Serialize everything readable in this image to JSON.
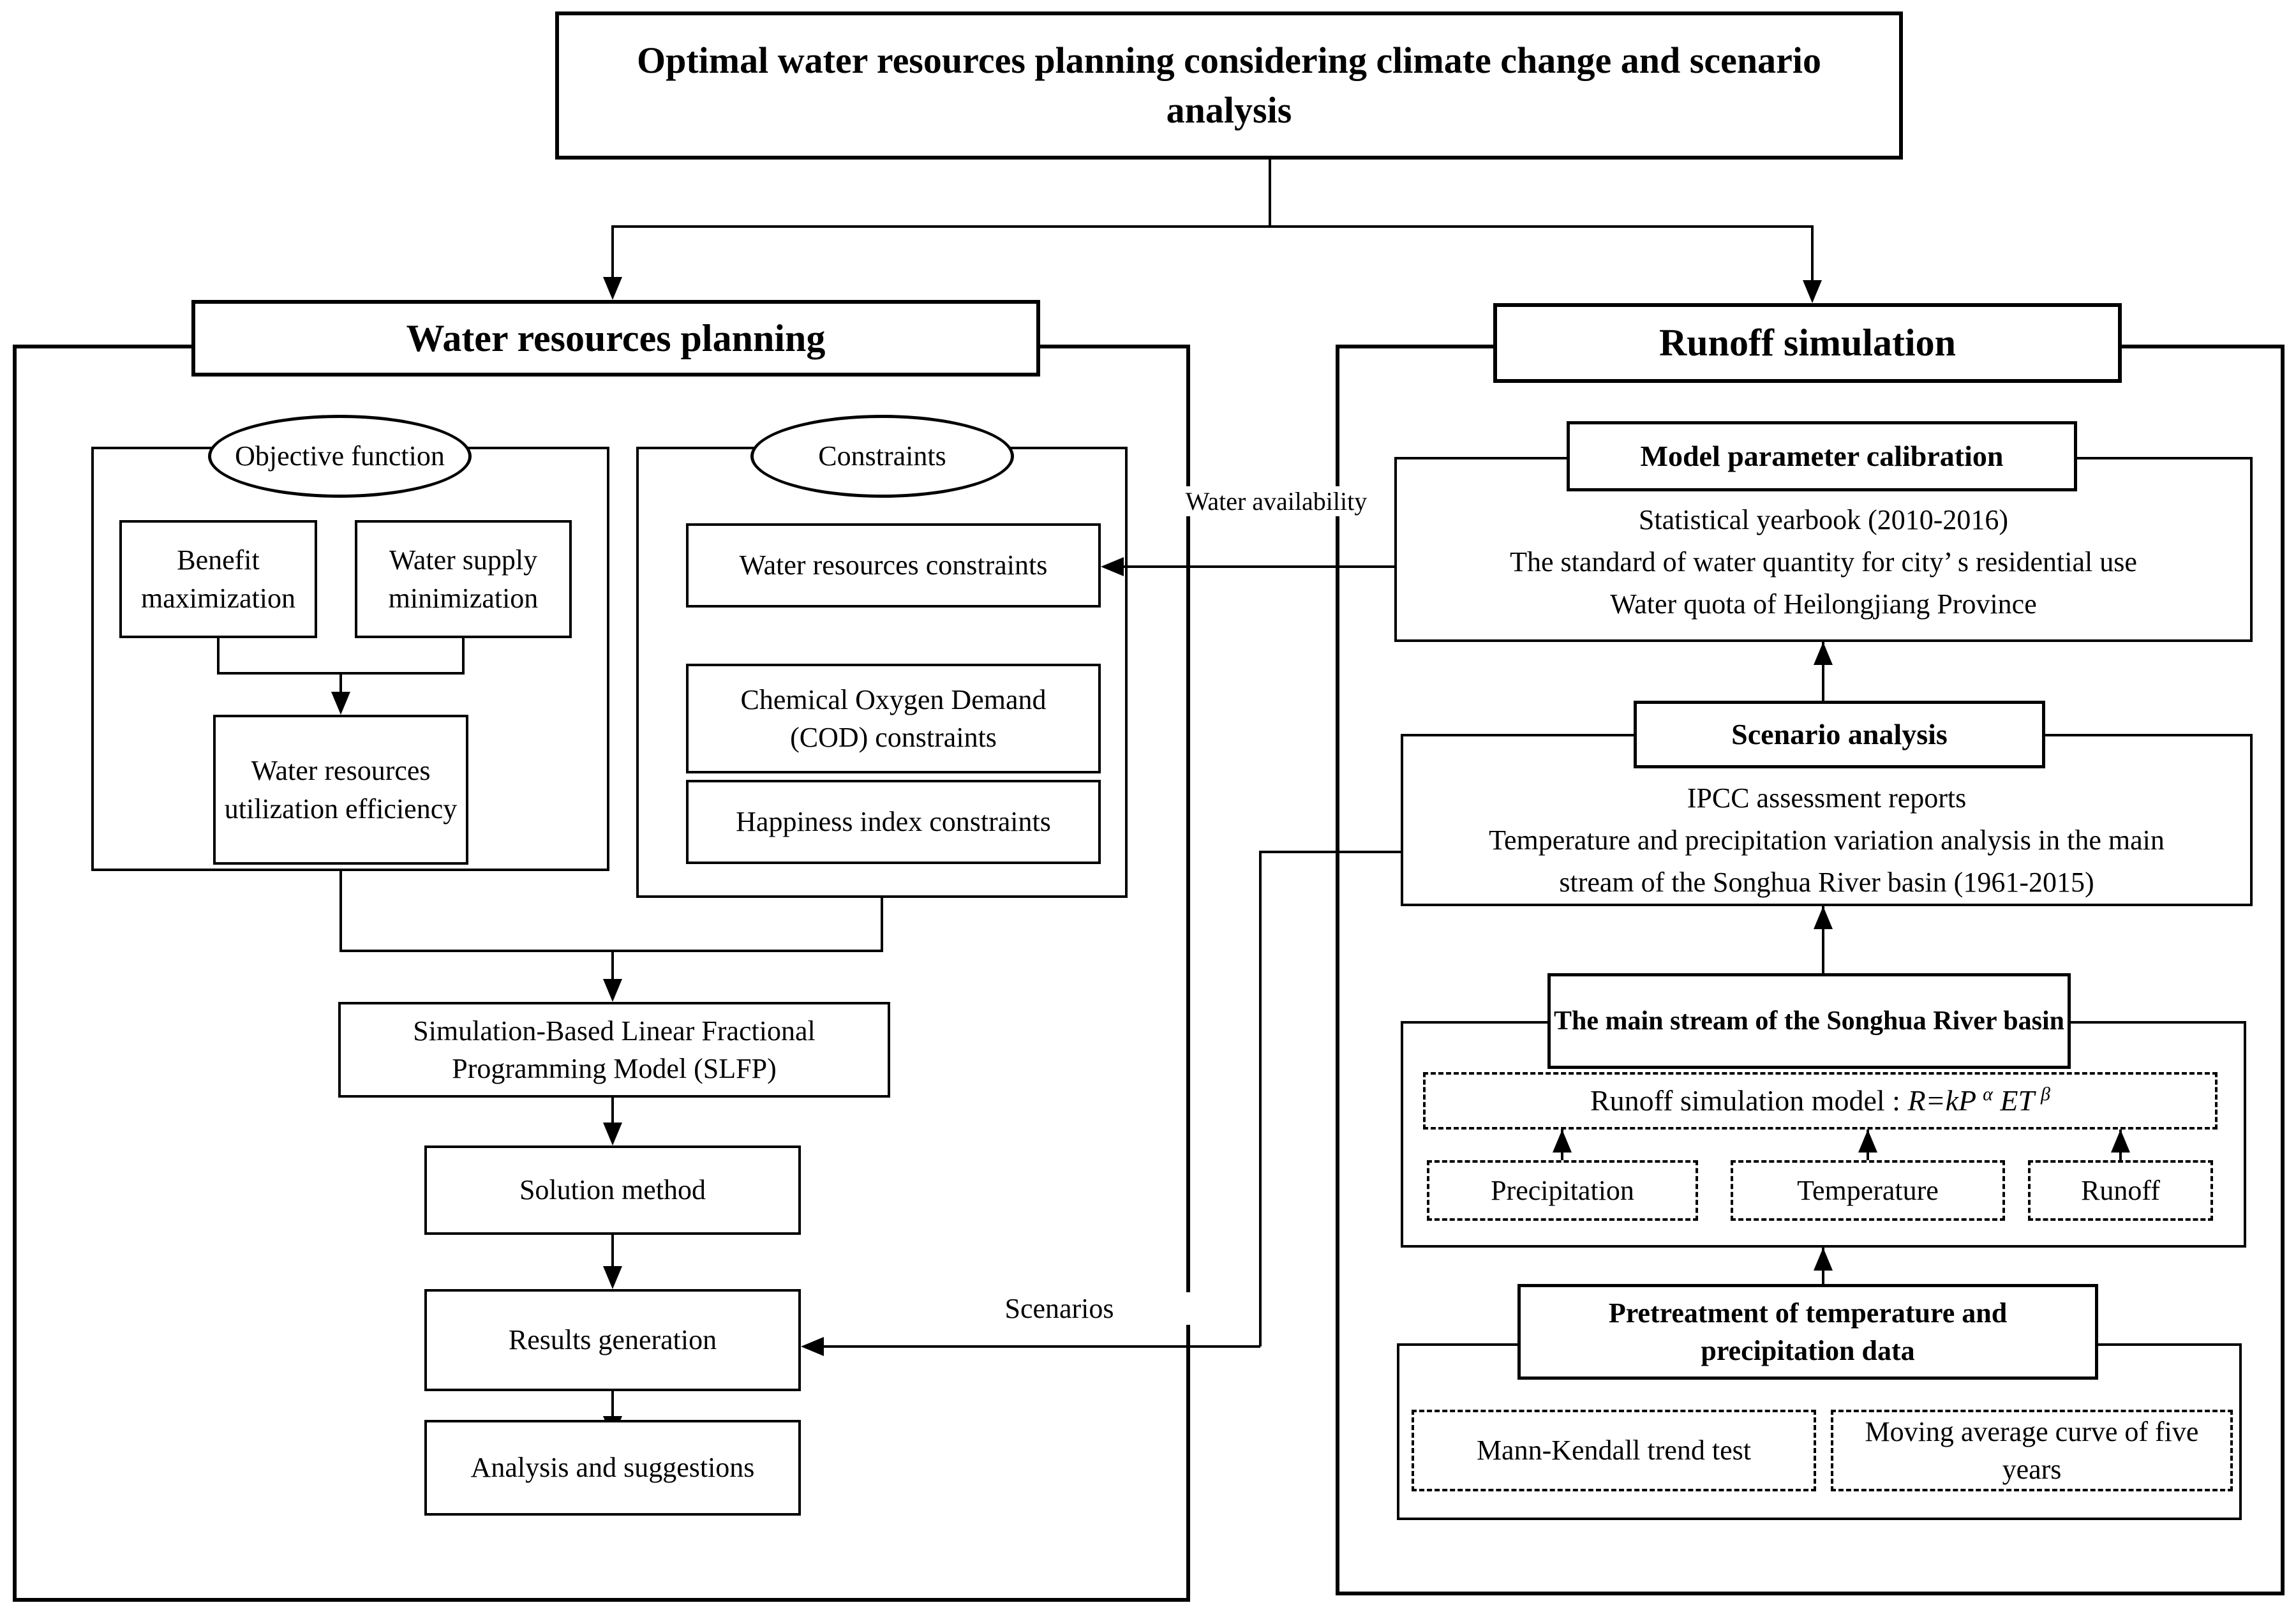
{
  "title": "Optimal water resources planning considering climate change and scenario analysis",
  "left_panel": {
    "header": "Water resources planning",
    "objective": {
      "ellipse_label": "Objective function",
      "benefit": "Benefit maximization",
      "water_supply": "Water supply minimization",
      "efficiency": "Water resources utilization efficiency"
    },
    "constraints": {
      "ellipse_label": "Constraints",
      "items": [
        "Water resources constraints",
        "Chemical Oxygen Demand (COD) constraints",
        "Happiness index constraints"
      ]
    },
    "flow": {
      "slfp": "Simulation-Based Linear Fractional Programming Model (SLFP)",
      "solution": "Solution method",
      "results": "Results generation",
      "analysis": "Analysis and suggestions"
    }
  },
  "right_panel": {
    "header": "Runoff simulation",
    "calibration": {
      "title": "Model parameter calibration",
      "lines": [
        "Statistical yearbook (2010-2016)",
        "The standard of water quantity for city’ s residential use",
        "Water quota of Heilongjiang Province"
      ]
    },
    "scenario_analysis": {
      "title": "Scenario analysis",
      "lines": [
        "IPCC assessment reports",
        "Temperature and precipitation variation analysis in the main",
        "stream of the Songhua River basin (1961-2015)"
      ]
    },
    "songhua": {
      "title": "The main stream of the Songhua River basin",
      "model_prefix": "Runoff simulation model : ",
      "formula": {
        "base1": "R=kP",
        "sup1": "α",
        "base2": "ET",
        "sup2": "β"
      },
      "inputs": [
        "Precipitation",
        "Temperature",
        "Runoff"
      ]
    },
    "pretreatment": {
      "title": "Pretreatment of temperature and precipitation data",
      "methods": [
        "Mann-Kendall trend test",
        "Moving average curve of five years"
      ]
    }
  },
  "edge_labels": {
    "water_availability": "Water availability",
    "scenarios": "Scenarios"
  }
}
